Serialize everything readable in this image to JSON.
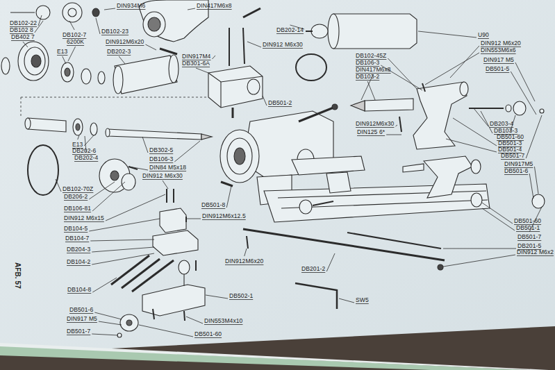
{
  "diagram": {
    "labels": [
      "DIN934M6",
      "DB102-22",
      "DB102 8",
      "DB402 7",
      "DB102-7",
      "6200K",
      "E13",
      "DB102-23",
      "DIN912M6x20",
      "DB202-3",
      "DIN417M6x8",
      "DB202-14",
      "DIN912 M6x30",
      "DIN917M4",
      "DB301-6A",
      "DB501-2",
      "U90",
      "DIN912 M6x20",
      "DIN553M6x6",
      "DIN917 M5",
      "DB501-5",
      "DB102-45Z",
      "DB106-3",
      "DIN417M6x8",
      "DB103-2",
      "DIN912M6x30",
      "DIN125 6*",
      "DB203-4",
      "DB103-3",
      "DB501-60",
      "DB501-3",
      "DB501-4",
      "DB501-7",
      "DIN917M5",
      "DB501-6",
      "E13",
      "DB202-6",
      "DB202-4",
      "DB302-5",
      "DB106-3",
      "DIN84 M5x18",
      "DIN912 M6x30",
      "DB102-70Z",
      "DB206-2",
      "DB106-81",
      "DIN912 M6x15",
      "DB104-5",
      "DB501-8",
      "DIN912M6x12.5",
      "DB104-7",
      "DB204-3",
      "DB104-2",
      "DIN912M6x20",
      "DB201-2",
      "DB104-8",
      "SW5",
      "DB502-1",
      "DB501-6",
      "DIN917 M5",
      "DB501-7",
      "DIN553M4x10",
      "DB501-60",
      "DB501-60",
      "DB501-1",
      "DB501-7",
      "DB201-5",
      "DIN912 M6x2",
      "AFB. 57"
    ]
  }
}
